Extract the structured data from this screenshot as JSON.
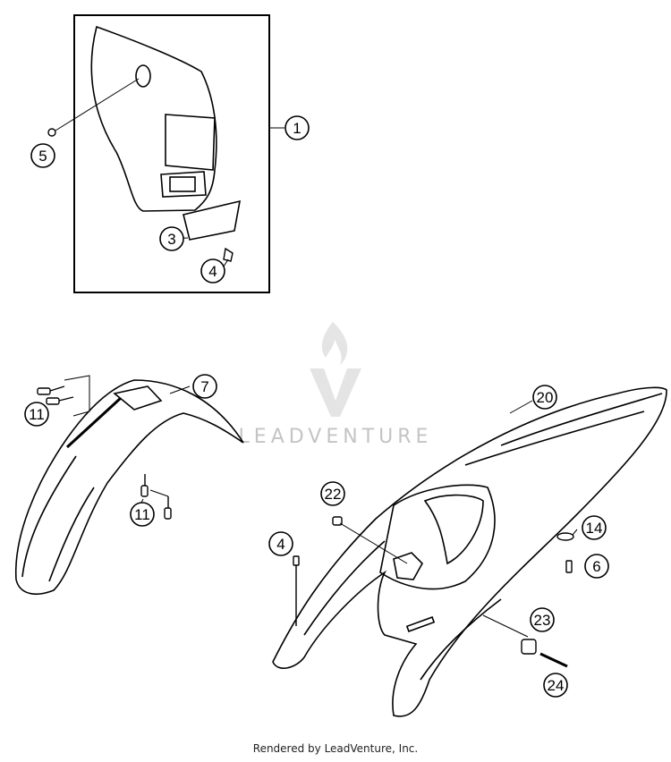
{
  "callouts": [
    {
      "id": "c1",
      "label": "1"
    },
    {
      "id": "c3",
      "label": "3"
    },
    {
      "id": "c4a",
      "label": "4"
    },
    {
      "id": "c5",
      "label": "5"
    },
    {
      "id": "c7",
      "label": "7"
    },
    {
      "id": "c11a",
      "label": "11"
    },
    {
      "id": "c11b",
      "label": "11"
    },
    {
      "id": "c20",
      "label": "20"
    },
    {
      "id": "c22",
      "label": "22"
    },
    {
      "id": "c4b",
      "label": "4"
    },
    {
      "id": "c14",
      "label": "14"
    },
    {
      "id": "c6",
      "label": "6"
    },
    {
      "id": "c23",
      "label": "23"
    },
    {
      "id": "c24",
      "label": "24"
    }
  ],
  "watermark": {
    "text": "LEADVENTURE",
    "icon": "leadventure-logo-icon"
  },
  "footer": {
    "text": "Rendered by LeadVenture, Inc."
  }
}
